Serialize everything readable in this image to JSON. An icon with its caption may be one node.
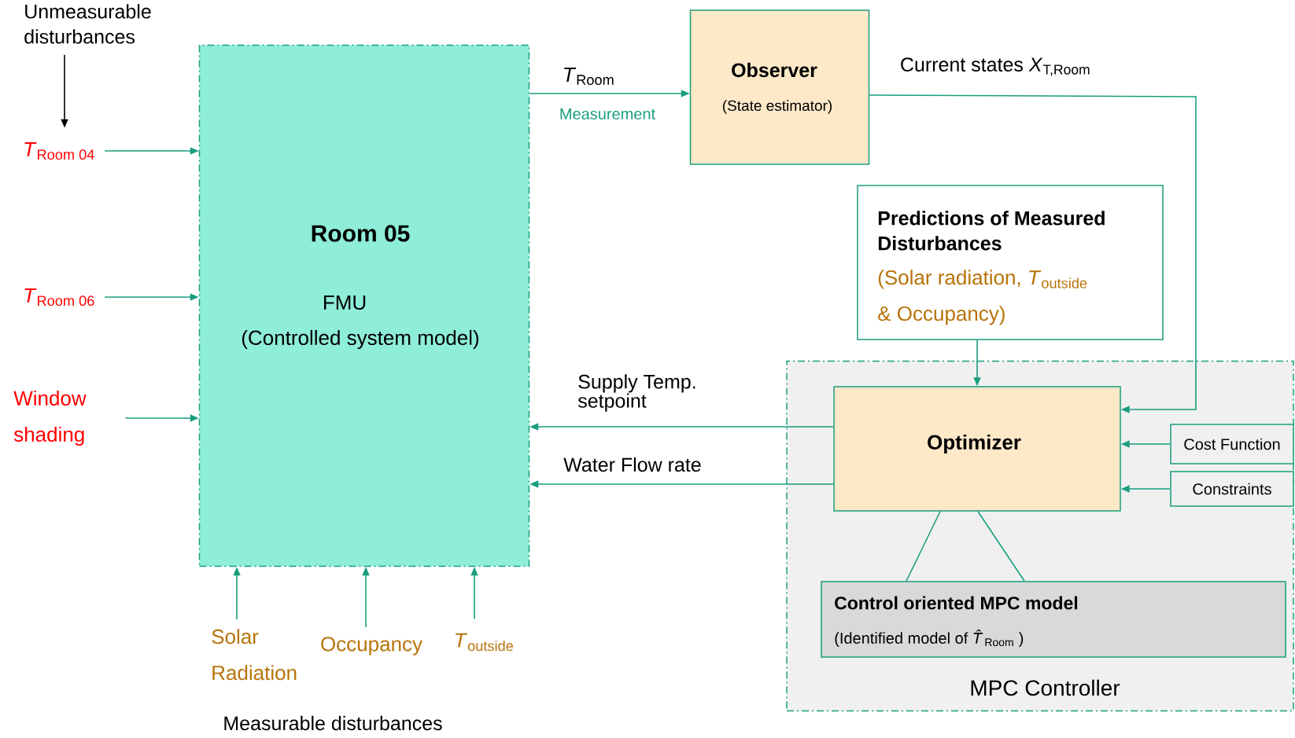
{
  "diagram": {
    "nodes": [
      {
        "text": [
          "Room 05",
          "FMU",
          "(Controlled system model)"
        ]
      },
      {
        "text": [
          "Observer",
          "(State estimator)"
        ]
      },
      {
        "text": [
          "Predictions of Measured Disturbances",
          "(Solar radiation, *T*$_{outside}$ & Occupancy)"
        ]
      },
      {
        "text": [
          "MPC Controller"
        ]
      },
      {
        "text": [
          "Optimizer"
        ],
        "in": 3
      },
      {
        "text": [
          "Cost Function"
        ],
        "in": 3
      },
      {
        "text": [
          "Constraints"
        ],
        "in": 3
      },
      {
        "text": [
          "Control oriented MPC model",
          "(Identified model of *T̂*$_{Room}$ )"
        ],
        "in": 3
      },
      {
        "text": [
          "*T*$_{Room 04}$"
        ]
      },
      {
        "text": [
          "*T*$_{Room 06}$"
        ]
      },
      {
        "text": [
          "Window shading"
        ]
      },
      {
        "text": [
          "Solar Radiation"
        ]
      },
      {
        "text": [
          "Occupancy"
        ]
      },
      {
        "text": [
          "*T*$_{outside}$"
        ]
      },
      {
        "text": [
          "Unmeasurable disturbances"
        ]
      }
    ],
    "edges": [
      {
        "from": 8,
        "to": 0,
        "arrow": "to"
      },
      {
        "from": 9,
        "to": 0,
        "arrow": "to"
      },
      {
        "from": 10,
        "to": 0,
        "arrow": "to"
      },
      {
        "from": 11,
        "to": 0,
        "arrow": "to"
      },
      {
        "from": 12,
        "to": 0,
        "arrow": "to"
      },
      {
        "from": 13,
        "to": 0,
        "arrow": "to"
      },
      {
        "from": 0,
        "to": 1,
        "arrow": "to",
        "label": "*T*$_{Room}$"
      },
      {
        "from": 1,
        "to": 4,
        "arrow": "to",
        "label": "Current states *X*$_{T,Room}$"
      },
      {
        "from": 2,
        "to": 4,
        "arrow": "to"
      },
      {
        "from": 5,
        "to": 4,
        "arrow": "to"
      },
      {
        "from": 6,
        "to": 4,
        "arrow": "to"
      },
      {
        "from": 4,
        "to": 0,
        "arrow": "to",
        "label": "Supply Temp. setpoint"
      },
      {
        "from": 4,
        "to": 0,
        "arrow": "to",
        "label": "Water Flow rate"
      },
      {
        "from": 4,
        "to": 7,
        "arrow": "none"
      },
      {
        "from": 4,
        "to": 7,
        "arrow": "none"
      },
      {
        "from": 14,
        "to": 8,
        "arrow": "to",
        "color": "#000000"
      }
    ],
    "labels": [
      "Measurement",
      "Measurable disturbances"
    ]
  }
}
